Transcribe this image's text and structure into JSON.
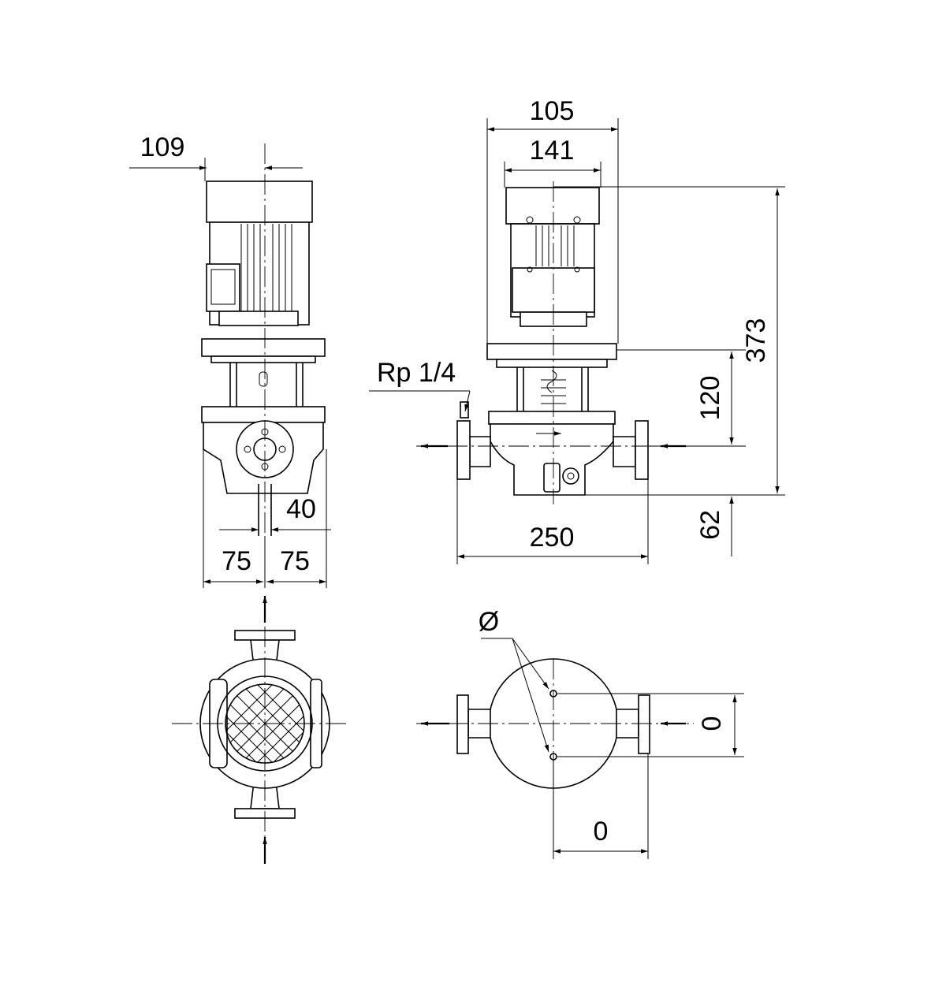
{
  "dimensions": {
    "motor_offset": "109",
    "outer_width": "105",
    "inner_width": "141",
    "total_height": "373",
    "port_height": "120",
    "foot_height": "62",
    "port_to_port": "250",
    "shaft_dia": "40",
    "half_width_left": "75",
    "half_width_right": "75",
    "bolt_spacing": "0",
    "bolt_offset": "0"
  },
  "labels": {
    "vent_thread": "Rp 1/4",
    "diameter_symbol": "Ø"
  }
}
